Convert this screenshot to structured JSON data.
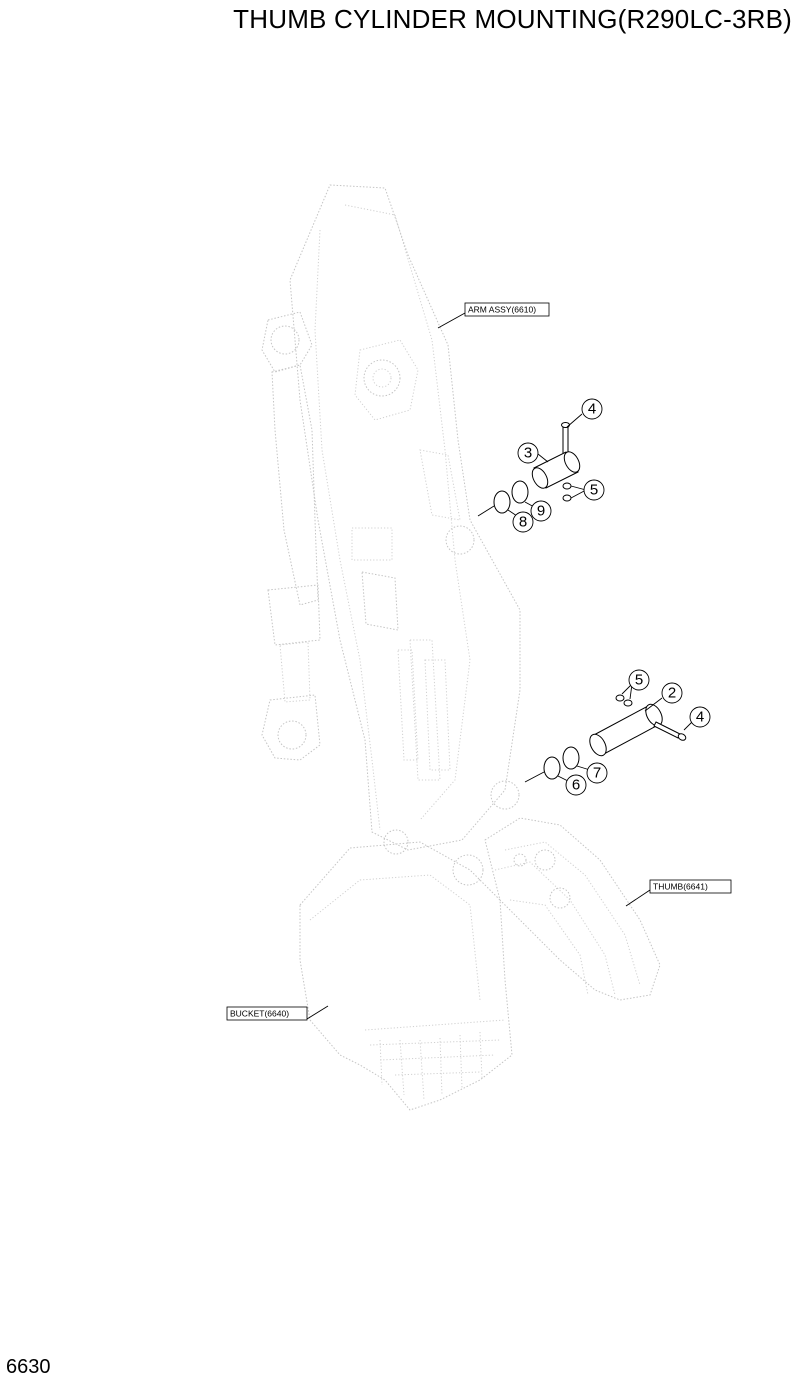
{
  "title": "THUMB CYLINDER MOUNTING(R290LC-3RB)",
  "page_number": "6630",
  "reference_labels": {
    "arm": "ARM ASSY(6610)",
    "thumb": "THUMB(6641)",
    "bucket": "BUCKET(6640)"
  },
  "callouts": {
    "upper_bolt": "4",
    "upper_pin": "3",
    "upper_nut": "5",
    "upper_ring_outer": "8",
    "upper_ring_inner": "9",
    "lower_nut": "5",
    "lower_pin": "2",
    "lower_bolt": "4",
    "lower_ring_outer": "6",
    "lower_ring_inner": "7"
  }
}
